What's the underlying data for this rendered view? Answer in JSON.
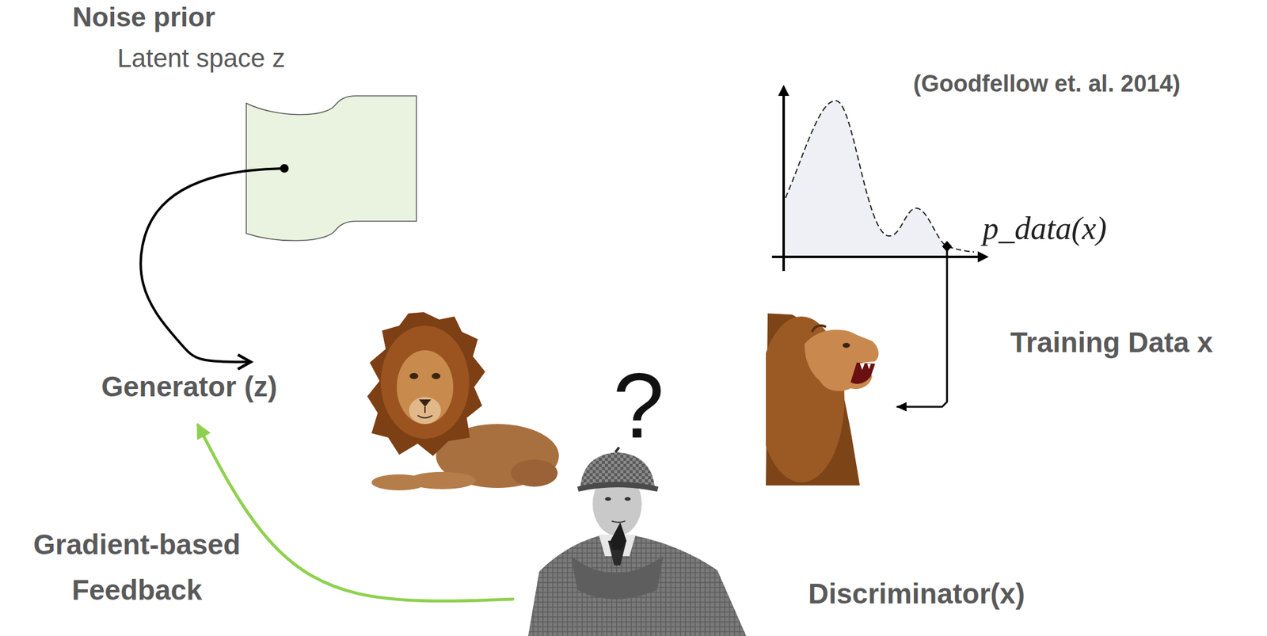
{
  "diagram": {
    "nodes": [
      {
        "text": [
          "Noise prior",
          "Latent space z"
        ]
      },
      {
        "text": [
          "Generator (z)"
        ]
      },
      {
        "text": [
          "p_data(x)"
        ]
      },
      {
        "text": [
          "Training Data x"
        ]
      },
      {
        "text": [
          "?",
          "Discriminator(x)"
        ]
      }
    ],
    "edges": [
      {
        "from": 0,
        "to": 1,
        "arrow": "to"
      },
      {
        "from": 2,
        "to": 3,
        "arrow": "to"
      },
      {
        "from": 4,
        "to": 1,
        "label": "Gradient-based Feedback",
        "arrow": "to"
      }
    ],
    "labels": [
      "(Goodfellow et. al. 2014)"
    ]
  }
}
